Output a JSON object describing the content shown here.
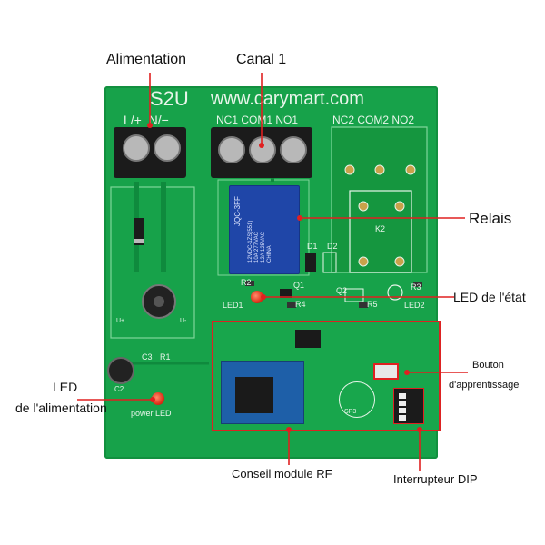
{
  "callouts": {
    "power": "Alimentation",
    "channel1": "Canal 1",
    "relay": "Relais",
    "status_led": "LED de l'état",
    "learn_button_line1": "Bouton",
    "learn_button_line2": "d'apprentissage",
    "power_led_line1": "LED",
    "power_led_line2": "de l'alimentation",
    "rf_module": "Conseil module RF",
    "dip_switch": "Interrupteur DIP"
  },
  "board": {
    "model": "S2U",
    "website": "www.carymart.com",
    "terminal_power": "L/+  N/−",
    "terminal_ch1": "NC1 COM1 NO1",
    "terminal_ch2": "NC2 COM2 NO2",
    "relay_brand": "JQC-3FF",
    "relay_spec": "12VDC-1ZS(551)\n10A 277VAC\n12A 125VAC\nCHINA",
    "k2": "K2",
    "d1": "D1",
    "d2": "D2",
    "r2": "R2",
    "q1": "Q1",
    "q2": "Q2",
    "r3": "R3",
    "r4": "R4",
    "r5": "R5",
    "led1": "LED1",
    "led2": "LED2",
    "c3": "C3",
    "r1": "R1",
    "c2": "C2",
    "power_led_silk": "power LED",
    "sp3": "SP3",
    "u_plus": "U+",
    "u_minus": "U-"
  },
  "colors": {
    "pcb_green": "#17a24a",
    "pcb_dark": "#0f8a3d",
    "relay_blue": "#1f46a8",
    "callout_red": "#e02020",
    "terminal_black": "#1b1b1b"
  }
}
